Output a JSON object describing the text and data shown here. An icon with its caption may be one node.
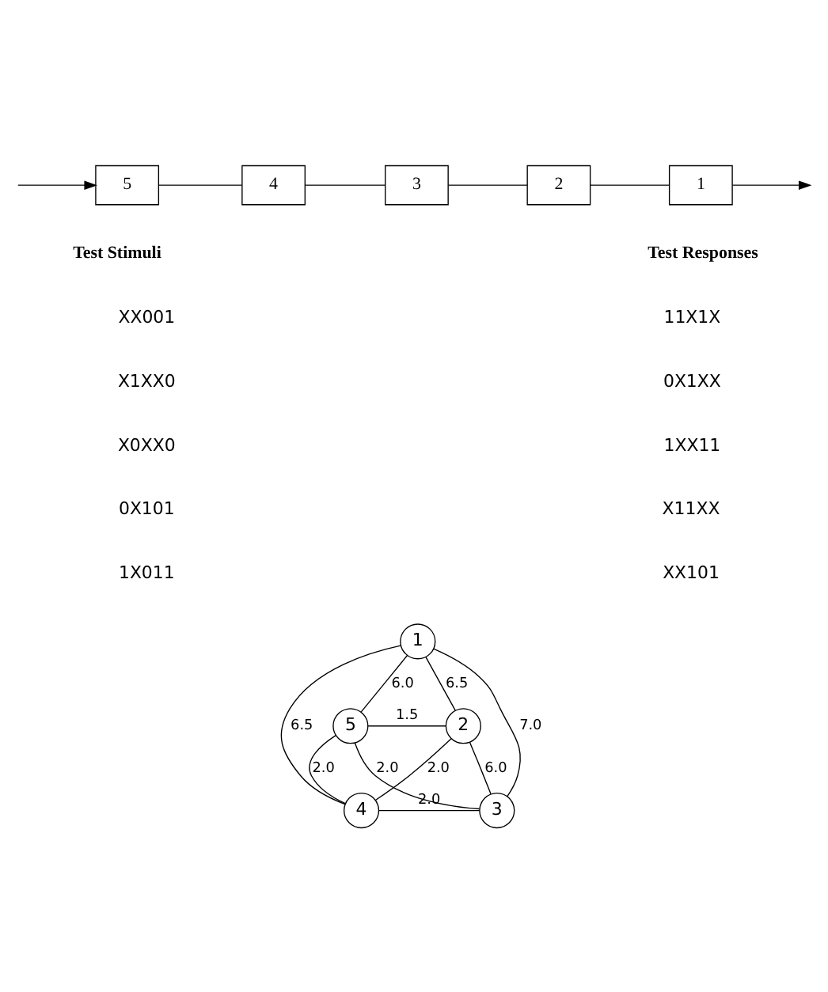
{
  "diagram": {
    "nodes": [
      {
        "text": [
          "5"
        ]
      },
      {
        "text": [
          "4"
        ]
      },
      {
        "text": [
          "3"
        ]
      },
      {
        "text": [
          "2"
        ]
      },
      {
        "text": [
          "1"
        ]
      },
      {
        "text": [
          "1"
        ]
      },
      {
        "text": [
          "5"
        ]
      },
      {
        "text": [
          "2"
        ]
      },
      {
        "text": [
          "4"
        ]
      },
      {
        "text": [
          "3"
        ]
      }
    ],
    "edges": [
      {
        "from": null,
        "to": 0,
        "arrow": "to"
      },
      {
        "from": 0,
        "to": 1,
        "arrow": "none"
      },
      {
        "from": 1,
        "to": 2,
        "arrow": "none"
      },
      {
        "from": 2,
        "to": 3,
        "arrow": "none"
      },
      {
        "from": 3,
        "to": 4,
        "arrow": "none"
      },
      {
        "from": 4,
        "to": null,
        "arrow": "to"
      },
      {
        "from": 5,
        "to": 6,
        "arrow": "none",
        "label": "6.0"
      },
      {
        "from": 5,
        "to": 7,
        "arrow": "none",
        "label": "6.5"
      },
      {
        "from": 5,
        "to": 8,
        "arrow": "none",
        "label": "6.5"
      },
      {
        "from": 5,
        "to": 9,
        "arrow": "none",
        "label": "7.0"
      },
      {
        "from": 6,
        "to": 7,
        "arrow": "none",
        "label": "1.5"
      },
      {
        "from": 7,
        "to": 8,
        "arrow": "none",
        "label": "2.0"
      },
      {
        "from": 6,
        "to": 9,
        "arrow": "none",
        "label": "2.0"
      },
      {
        "from": 6,
        "to": 8,
        "arrow": "none",
        "label": "2.0"
      },
      {
        "from": 7,
        "to": 9,
        "arrow": "none",
        "label": "6.0"
      },
      {
        "from": 8,
        "to": 9,
        "arrow": "none",
        "label": "2.0"
      }
    ],
    "labels": [
      "Test Stimuli",
      "Test Responses",
      "XX001",
      "11X1X",
      "X1XX0",
      "0X1XX",
      "X0XX0",
      "1XX11",
      "0X101",
      "X11XX",
      "1X011",
      "XX101"
    ]
  }
}
